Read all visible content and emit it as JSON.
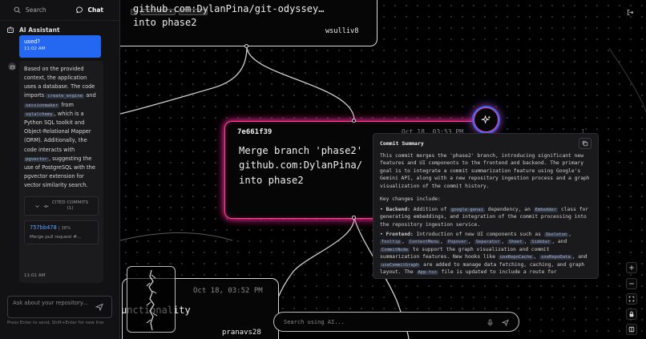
{
  "sidebar": {
    "search_tab": "Search",
    "chat_tab": "Chat",
    "assistant_title": "AI Assistant",
    "user_message": {
      "text": "used?",
      "time": "11:02 AM"
    },
    "bot_message": {
      "p1": "Based on the provided context, the application uses a database. The code imports",
      "code1": "create_engine",
      "and": "and",
      "code2": "sessionmaker",
      "from": "from",
      "code3": "sqlalchemy",
      "p2": ", which is a Python SQL toolkit and Object-Relational Mapper (ORM). Additionally, the code interacts with",
      "code4": "pgvector",
      "p3": ", suggesting the use of PostgreSQL with the pgvector extension for vector similarity search.",
      "cited_label": "CITED COMMITS",
      "cited_count": "(1)",
      "cited_hash": "757bb478",
      "cited_pct": "38%",
      "cited_msg": "Merge pull request #…",
      "time": "11:02 AM"
    },
    "input_placeholder": "Ask about your repository...",
    "hint": "Press Enter to send, Shift+Enter for new line"
  },
  "canvas": {
    "top_node": {
      "title_line1": "github.com:DylanPina/git-odyssey…",
      "title_line2": "into phase2",
      "author": "wsulliv8"
    },
    "main_node": {
      "hash": "7e661f39",
      "date": "Oct 18, 03:53 PM",
      "line1": "Merge branch 'phase2'",
      "line2": "github.com:DylanPina/",
      "line3": "into phase2"
    },
    "bottom_node": {
      "date": "Oct 18, 03:52 PM",
      "fragment": "unctionality",
      "author": "pranavs28"
    },
    "search_placeholder": "Search using AI..."
  },
  "summary": {
    "title": "Commit Summary",
    "intro": "This commit merges the 'phase2' branch, introducing significant new features and UI components to the frontend and backend. The primary goal is to integrate a commit summarization feature using Google's Gemini API, along with a new repository ingestion process and a graph visualization of the commit history.",
    "changes_label": "Key changes include:",
    "backend_label": "Backend:",
    "backend_a": "Addition of",
    "backend_code1": "google-genai",
    "backend_b": "dependency, an",
    "backend_code2": "Embedder",
    "backend_c": "class for generating embeddings, and integration of the commit processing into the repository ingestion service.",
    "frontend_label": "Frontend:",
    "frontend_a": "Introduction of new UI components such as",
    "fc": [
      "Skeleton",
      "Tooltip",
      "ContextMenu",
      "Popover",
      "Separator",
      "Sheet",
      "Sidebar",
      "CommitNode"
    ],
    "frontend_b": "to support the graph visualization and commit summarization features. New hooks like",
    "fh1": "useRepoCache",
    "fh2": "useRepoData",
    "fh3": "useCommitGraph",
    "frontend_c": "are added to manage data fetching, caching, and graph layout. The",
    "fh4": "App.tsx",
    "frontend_d": "file is updated to include a route for"
  },
  "colors": {
    "accent_pink": "#ff3fa2",
    "accent_blue": "#2468f2",
    "code_bg": "#2f3440"
  }
}
